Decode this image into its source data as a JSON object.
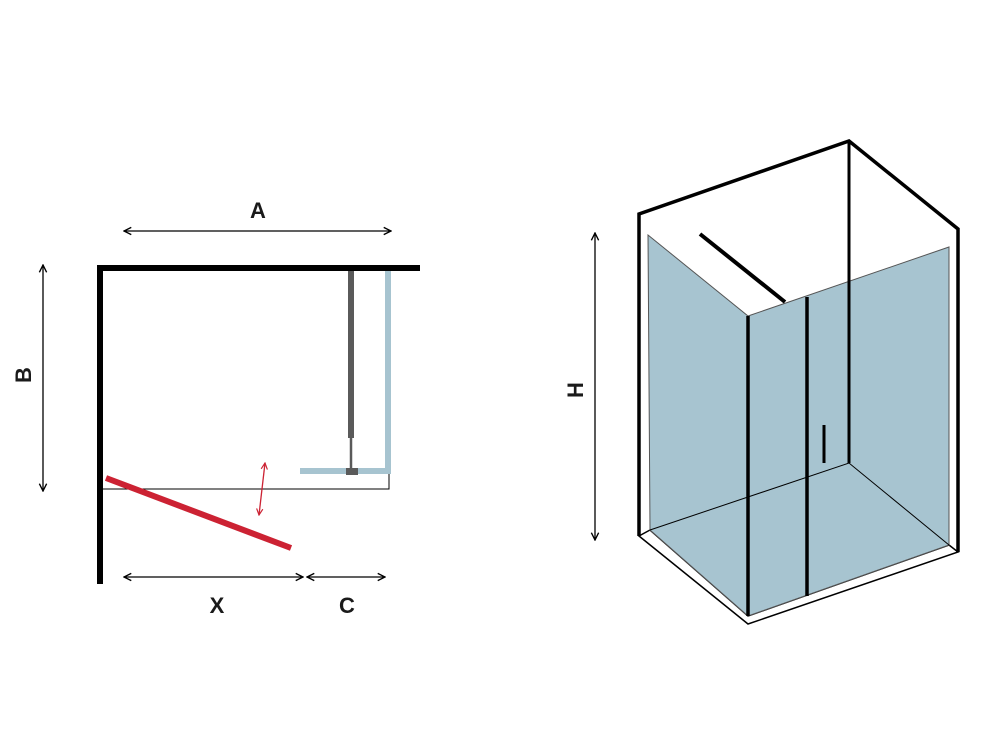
{
  "plan_view": {
    "labels": {
      "width": "A",
      "depth": "B",
      "opening": "X",
      "fixed_panel": "C"
    }
  },
  "perspective_view": {
    "labels": {
      "height": "H"
    }
  },
  "colors": {
    "wall": "#000000",
    "glass": "#a7c4d0",
    "profile": "#5a5a5a",
    "door_swing": "#cc2233"
  }
}
